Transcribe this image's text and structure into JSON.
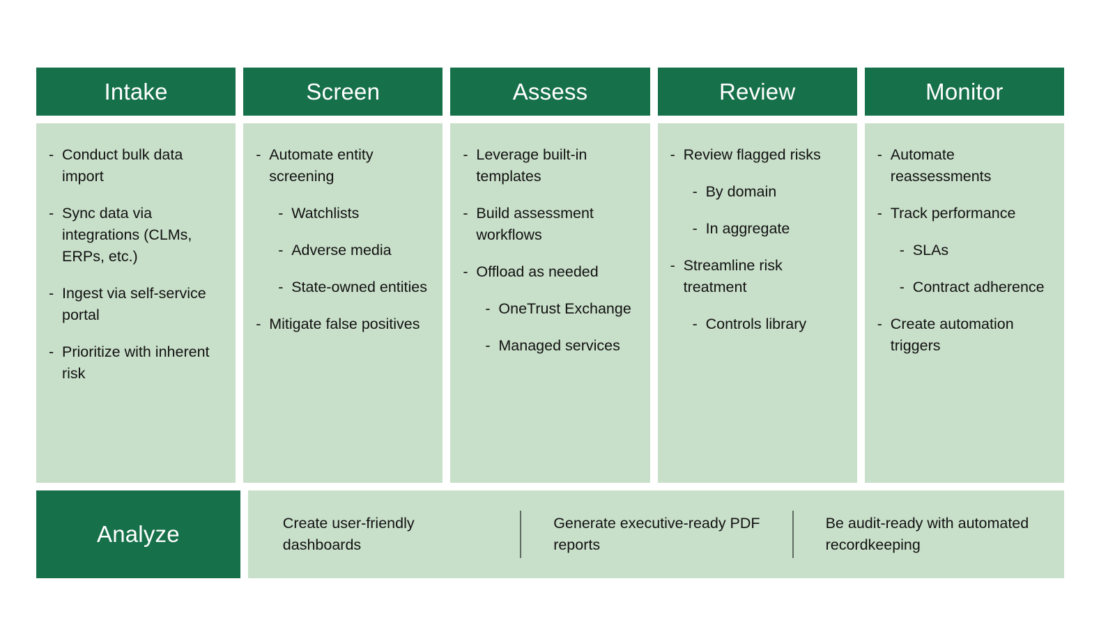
{
  "colors": {
    "dark_green": "#16704A",
    "light_green": "#C8DFC9",
    "text": "#111111",
    "divider": "#5E6B60",
    "header_text": "#FFFFFF"
  },
  "columns": [
    {
      "header": "Intake",
      "bullets": [
        {
          "level": 1,
          "text": "Conduct bulk data import"
        },
        {
          "level": 1,
          "text": "Sync data via integrations (CLMs, ERPs, etc.)"
        },
        {
          "level": 1,
          "text": "Ingest via self-service portal"
        },
        {
          "level": 1,
          "text": "Prioritize with inherent risk"
        }
      ]
    },
    {
      "header": "Screen",
      "bullets": [
        {
          "level": 1,
          "text": "Automate entity screening"
        },
        {
          "level": 2,
          "text": "Watchlists"
        },
        {
          "level": 2,
          "text": "Adverse media"
        },
        {
          "level": 2,
          "text": "State-owned entities"
        },
        {
          "level": 1,
          "text": "Mitigate false positives"
        }
      ]
    },
    {
      "header": "Assess",
      "bullets": [
        {
          "level": 1,
          "text": "Leverage built-in templates"
        },
        {
          "level": 1,
          "text": "Build assessment workflows"
        },
        {
          "level": 1,
          "text": "Offload as needed"
        },
        {
          "level": 2,
          "text": "OneTrust Exchange"
        },
        {
          "level": 2,
          "text": "Managed services"
        }
      ]
    },
    {
      "header": "Review",
      "bullets": [
        {
          "level": 1,
          "text": "Review flagged risks"
        },
        {
          "level": 2,
          "text": "By domain"
        },
        {
          "level": 2,
          "text": "In aggregate"
        },
        {
          "level": 1,
          "text": "Streamline risk treatment"
        },
        {
          "level": 2,
          "text": "Controls library"
        }
      ]
    },
    {
      "header": "Monitor",
      "bullets": [
        {
          "level": 1,
          "text": "Automate reassessments"
        },
        {
          "level": 1,
          "text": "Track performance"
        },
        {
          "level": 2,
          "text": "SLAs"
        },
        {
          "level": 2,
          "text": "Contract adherence"
        },
        {
          "level": 1,
          "text": "Create automation triggers"
        }
      ]
    }
  ],
  "bottom": {
    "header": "Analyze",
    "outcomes": [
      "Create user-friendly dashboards",
      "Generate executive-ready PDF reports",
      "Be audit-ready with automated recordkeeping"
    ]
  },
  "bullet_marker": "-"
}
